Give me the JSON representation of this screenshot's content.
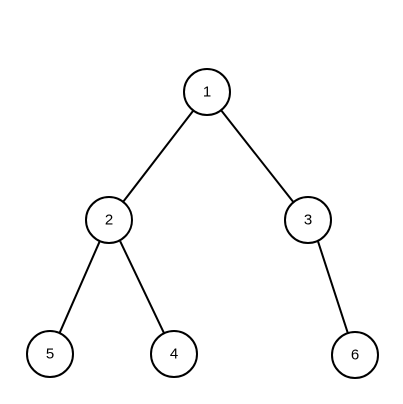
{
  "diagram": {
    "type": "binary-tree",
    "colors": {
      "background": "#ffffff",
      "stroke": "#000000",
      "node_fill": "#ffffff",
      "text": "#000000"
    },
    "nodes": [
      {
        "id": "n1",
        "label": "1"
      },
      {
        "id": "n2",
        "label": "2"
      },
      {
        "id": "n3",
        "label": "3"
      },
      {
        "id": "n4",
        "label": "4"
      },
      {
        "id": "n5",
        "label": "5"
      },
      {
        "id": "n6",
        "label": "6"
      }
    ],
    "edges": [
      {
        "from": "n1",
        "to": "n2"
      },
      {
        "from": "n1",
        "to": "n3"
      },
      {
        "from": "n2",
        "to": "n5"
      },
      {
        "from": "n2",
        "to": "n4"
      },
      {
        "from": "n3",
        "to": "n6"
      }
    ]
  }
}
